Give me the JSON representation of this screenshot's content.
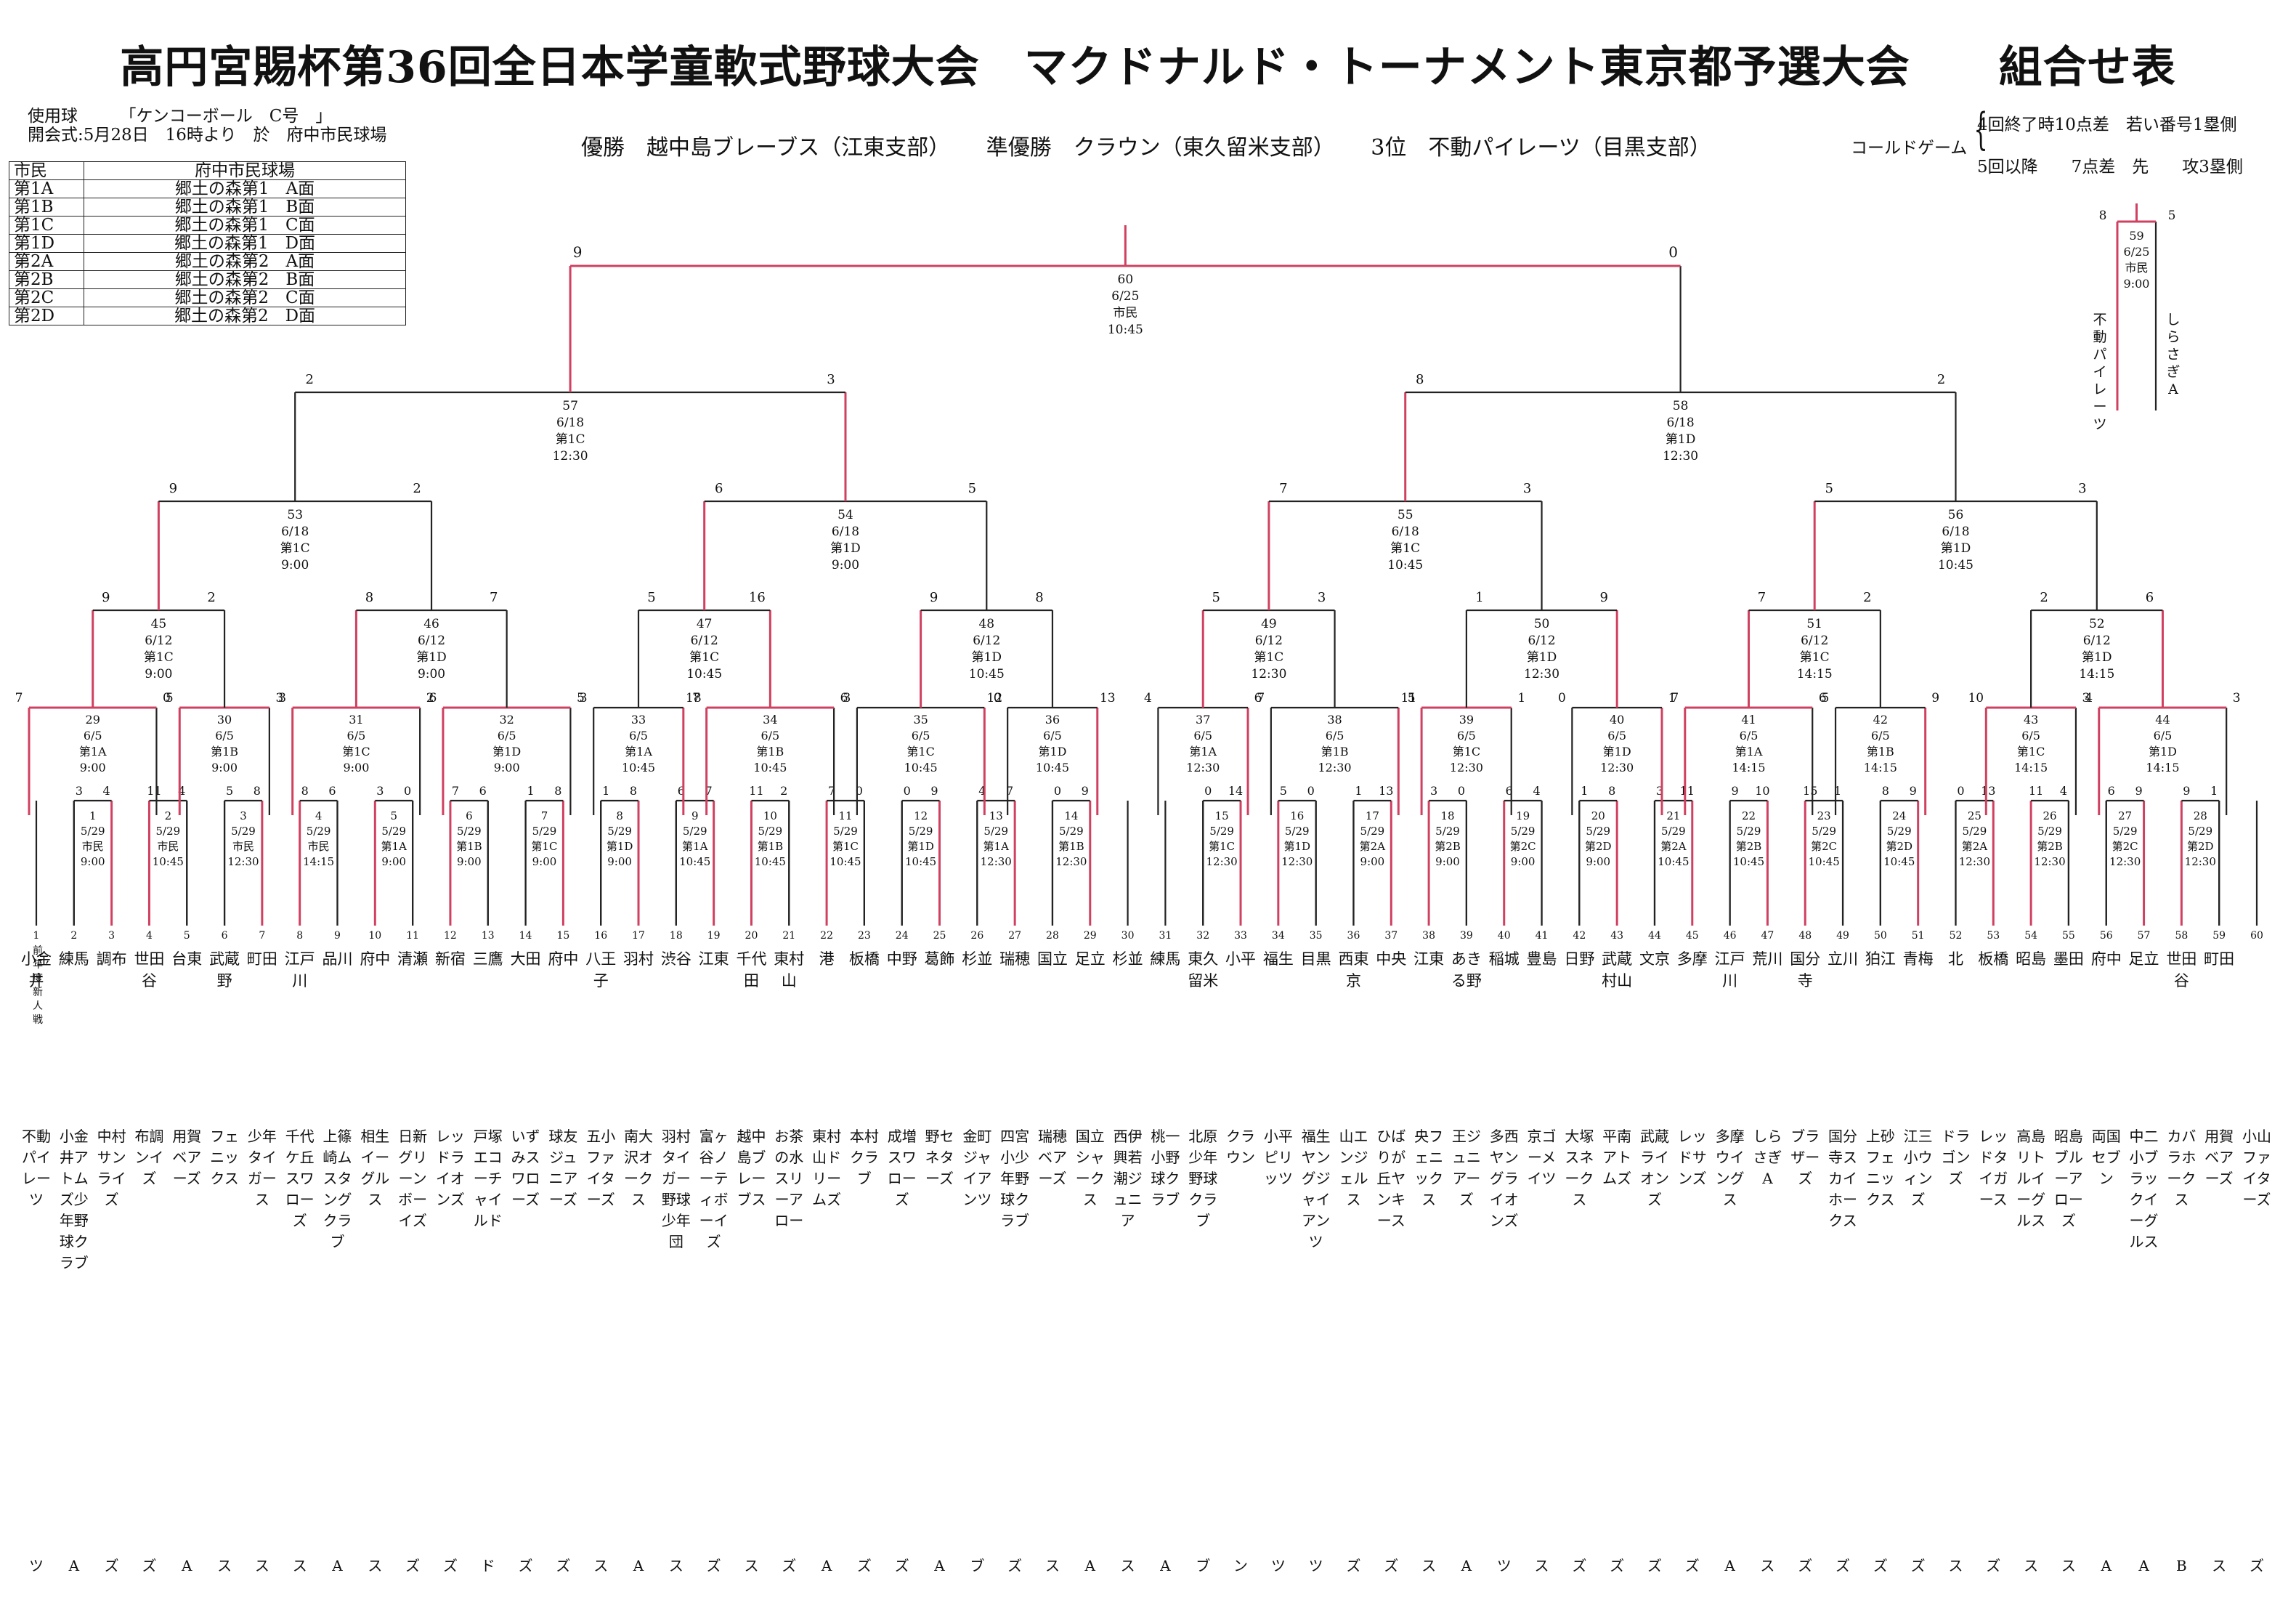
{
  "title": "高円宮賜杯第36回全日本学童軟式野球大会　マクドナルド・トーナメント東京都予選大会　　組合せ表",
  "header": {
    "ball": "使用球　　　「ケンコーボール　C号　」",
    "opening": "開会式:5月28日　16時より　於　府中市民球場",
    "results": {
      "champion": "優勝　越中島ブレーブス（江東支部）",
      "runner_up": "準優勝　クラウン（東久留米支部）",
      "third": "3位　不動パイレーツ（目黒支部）"
    },
    "cold_game": {
      "label": "コールドゲーム",
      "rule1": "4回終了時10点差　若い番号1塁側",
      "rule2": "5回以降　　7点差　先　　攻3塁側"
    }
  },
  "venues": [
    {
      "code": "市民",
      "name": "府中市民球場"
    },
    {
      "code": "第1A",
      "name": "郷土の森第1　A面"
    },
    {
      "code": "第1B",
      "name": "郷土の森第1　B面"
    },
    {
      "code": "第1C",
      "name": "郷土の森第1　C面"
    },
    {
      "code": "第1D",
      "name": "郷土の森第1　D面"
    },
    {
      "code": "第2A",
      "name": "郷土の森第2　A面"
    },
    {
      "code": "第2B",
      "name": "郷土の森第2　B面"
    },
    {
      "code": "第2C",
      "name": "郷土の森第2　C面"
    },
    {
      "code": "第2D",
      "name": "郷土の森第2　D面"
    }
  ],
  "row_labels": {
    "prev_year": "前年度新人戦",
    "branch": "優勝"
  },
  "teams": [
    {
      "branch": "小金井",
      "name": "不動パイレーツ"
    },
    {
      "branch": "練馬",
      "name": "小金井アトムズ少年野球クラブ"
    },
    {
      "branch": "調布",
      "name": "中村サンライズ"
    },
    {
      "branch": "世田谷",
      "name": "布調ンイズ"
    },
    {
      "branch": "台東",
      "name": "用賀ベアーズ"
    },
    {
      "branch": "武蔵野",
      "name": "フェニックス"
    },
    {
      "branch": "町田",
      "name": "少年タイガース"
    },
    {
      "branch": "江戸川",
      "name": "千代ケ丘スワローズ"
    },
    {
      "branch": "品川",
      "name": "上篠崎ムスタングクラブ"
    },
    {
      "branch": "府中",
      "name": "相生イーグルス"
    },
    {
      "branch": "清瀬",
      "name": "日新グリーンボーイズ"
    },
    {
      "branch": "新宿",
      "name": "レッドライオンズ"
    },
    {
      "branch": "三鷹",
      "name": "戸塚エコーチャイルド"
    },
    {
      "branch": "大田",
      "name": "いずみスワローズ"
    },
    {
      "branch": "府中",
      "name": "球友ジュニアーズ"
    },
    {
      "branch": "八王子",
      "name": "五小ファイターズ"
    },
    {
      "branch": "羽村",
      "name": "南大沢オークス"
    },
    {
      "branch": "渋谷",
      "name": "羽村タイガー野球少年団"
    },
    {
      "branch": "江東",
      "name": "富ヶ谷ノーティボーイズ"
    },
    {
      "branch": "千代田",
      "name": "越中島ブレーブス"
    },
    {
      "branch": "東村山",
      "name": "お茶の水スリーアロー"
    },
    {
      "branch": "港",
      "name": "東村山ドリームズ"
    },
    {
      "branch": "板橋",
      "name": "本村クラブ"
    },
    {
      "branch": "中野",
      "name": "成増スワローズ"
    },
    {
      "branch": "葛飾",
      "name": "野セネターズ"
    },
    {
      "branch": "杉並",
      "name": "金町ジャイアンツ"
    },
    {
      "branch": "瑞穂",
      "name": "四宮小少年野球クラブ"
    },
    {
      "branch": "国立",
      "name": "瑞穂ベアーズ"
    },
    {
      "branch": "足立",
      "name": "国立シャークス"
    },
    {
      "branch": "杉並",
      "name": "西伊興若潮ジュニア"
    },
    {
      "branch": "練馬",
      "name": "桃一小野球クラブ"
    },
    {
      "branch": "東久留米",
      "name": "北原少年野球クラブ"
    },
    {
      "branch": "小平",
      "name": "クラウン"
    },
    {
      "branch": "福生",
      "name": "小平ピリッツ"
    },
    {
      "branch": "目黒",
      "name": "福生ヤングジャイアンツ"
    },
    {
      "branch": "西東京",
      "name": "山エンジェルス"
    },
    {
      "branch": "中央",
      "name": "ひばりが丘ヤンキース"
    },
    {
      "branch": "江東",
      "name": "央フェニックス"
    },
    {
      "branch": "あきる野",
      "name": "王ジュニアーズ"
    },
    {
      "branch": "稲城",
      "name": "多西ヤングライオンズ"
    },
    {
      "branch": "豊島",
      "name": "京ゴーメイツ"
    },
    {
      "branch": "日野",
      "name": "大塚スネークス"
    },
    {
      "branch": "武蔵村山",
      "name": "平南アトムズ"
    },
    {
      "branch": "文京",
      "name": "武蔵ライオンズ"
    },
    {
      "branch": "多摩",
      "name": "レッドサンズ"
    },
    {
      "branch": "江戸川",
      "name": "多摩ウイングス"
    },
    {
      "branch": "荒川",
      "name": "しらさぎA"
    },
    {
      "branch": "国分寺",
      "name": "ブラザーズ"
    },
    {
      "branch": "立川",
      "name": "国分寺スカイホークス"
    },
    {
      "branch": "狛江",
      "name": "上砂フェニックス"
    },
    {
      "branch": "青梅",
      "name": "江三小ウィンズ"
    },
    {
      "branch": "北",
      "name": "ドラゴンズ"
    },
    {
      "branch": "板橋",
      "name": "レッドタイガース"
    },
    {
      "branch": "昭島",
      "name": "高島リトルイーグルス"
    },
    {
      "branch": "墨田",
      "name": "昭島ブルーアローズ"
    },
    {
      "branch": "府中",
      "name": "両国セブン"
    },
    {
      "branch": "足立",
      "name": "中二小ブラックイーグルス"
    },
    {
      "branch": "世田谷",
      "name": "カバラホークス"
    },
    {
      "branch": "町田",
      "name": "用賀ベアーズ"
    },
    {
      "branch": "",
      "name": "小山ファイターズ"
    }
  ],
  "team_tags": [
    "ツ",
    "A",
    "ズ",
    "ズ",
    "A",
    "ス",
    "ス",
    "ス",
    "A",
    "ス",
    "ズ",
    "ズ",
    "ド",
    "ズ",
    "ズ",
    "ス",
    "A",
    "ス",
    "ズ",
    "ス",
    "ズ",
    "A",
    "ズ",
    "ズ",
    "A",
    "ブ",
    "ズ",
    "ス",
    "A",
    "ス",
    "A",
    "ブ",
    "ン",
    "ツ",
    "ツ",
    "ズ",
    "ズ",
    "ス",
    "A",
    "ツ",
    "ス",
    "ズ",
    "ズ",
    "ズ",
    "ズ",
    "A",
    "ス",
    "ズ",
    "ズ",
    "ズ",
    "ズ",
    "ス",
    "ズ",
    "ス",
    "ス",
    "A",
    "A",
    "B",
    "ス",
    "ズ"
  ],
  "round1_scores": [
    [
      3,
      4
    ],
    [
      11,
      4
    ],
    [
      5,
      8
    ],
    [
      8,
      6
    ],
    [
      3,
      0
    ],
    [
      7,
      6
    ],
    [
      1,
      8
    ],
    [
      1,
      8
    ],
    [
      6,
      7
    ],
    [
      11,
      2
    ],
    [
      7,
      0
    ],
    [
      0,
      9
    ],
    [
      4,
      7
    ],
    [
      0,
      9
    ],
    [
      0,
      14
    ],
    [
      5,
      0
    ],
    [
      1,
      13
    ],
    [
      3,
      0
    ],
    [
      6,
      4
    ],
    [
      1,
      8
    ],
    [
      3,
      11
    ],
    [
      9,
      10
    ],
    [
      15,
      1
    ],
    [
      8,
      9
    ],
    [
      0,
      13
    ],
    [
      11,
      4
    ],
    [
      6,
      9
    ],
    [
      9,
      1
    ]
  ],
  "round2_scores": [
    [
      7,
      0
    ],
    [
      5,
      3
    ],
    [
      3,
      2
    ],
    [
      6,
      5
    ],
    [
      3,
      18
    ],
    [
      7,
      6
    ],
    [
      3,
      12
    ],
    [
      0,
      13
    ],
    [
      4,
      6
    ],
    [
      7,
      11
    ],
    [
      5,
      1
    ],
    [
      0,
      1
    ],
    [
      7,
      6
    ],
    [
      5,
      9
    ],
    [
      10,
      3
    ],
    [
      4,
      3
    ]
  ],
  "round3_scores": [
    [
      9,
      2
    ],
    [
      8,
      7
    ],
    [
      5,
      16
    ],
    [
      9,
      8
    ],
    [
      5,
      3
    ],
    [
      1,
      9
    ],
    [
      7,
      2
    ],
    [
      2,
      6
    ]
  ],
  "round4_scores": [
    [
      9,
      2
    ],
    [
      6,
      5
    ],
    [
      7,
      3
    ],
    [
      5,
      3
    ]
  ],
  "round5_scores": [
    [
      2,
      3
    ],
    [
      8,
      2
    ]
  ],
  "final_score": [
    9,
    0
  ],
  "side_game": {
    "number": "59",
    "date": "6/25",
    "venue": "市民",
    "time": "9:00",
    "scores": [
      8,
      5
    ],
    "teams": [
      "不動パイレーツ",
      "しらさぎA"
    ]
  },
  "round1_games": [
    {
      "no": "1",
      "date": "5/29",
      "venue": "市民",
      "time": "9:00"
    },
    {
      "no": "2",
      "date": "5/29",
      "venue": "市民",
      "time": "10:45"
    },
    {
      "no": "3",
      "date": "5/29",
      "venue": "市民",
      "time": "12:30"
    },
    {
      "no": "4",
      "date": "5/29",
      "venue": "市民",
      "time": "14:15"
    },
    {
      "no": "5",
      "date": "5/29",
      "venue": "第1A",
      "time": "9:00"
    },
    {
      "no": "6",
      "date": "5/29",
      "venue": "第1B",
      "time": "9:00"
    },
    {
      "no": "7",
      "date": "5/29",
      "venue": "第1C",
      "time": "9:00"
    },
    {
      "no": "8",
      "date": "5/29",
      "venue": "第1D",
      "time": "9:00"
    },
    {
      "no": "9",
      "date": "5/29",
      "venue": "第1A",
      "time": "10:45"
    },
    {
      "no": "10",
      "date": "5/29",
      "venue": "第1B",
      "time": "10:45"
    },
    {
      "no": "11",
      "date": "5/29",
      "venue": "第1C",
      "time": "10:45"
    },
    {
      "no": "12",
      "date": "5/29",
      "venue": "第1D",
      "time": "10:45"
    },
    {
      "no": "13",
      "date": "5/29",
      "venue": "第1A",
      "time": "12:30"
    },
    {
      "no": "14",
      "date": "5/29",
      "venue": "第1B",
      "time": "12:30"
    },
    {
      "no": "15",
      "date": "5/29",
      "venue": "第1C",
      "time": "12:30"
    },
    {
      "no": "16",
      "date": "5/29",
      "venue": "第1D",
      "time": "12:30"
    },
    {
      "no": "17",
      "date": "5/29",
      "venue": "第2A",
      "time": "9:00"
    },
    {
      "no": "18",
      "date": "5/29",
      "venue": "第2B",
      "time": "9:00"
    },
    {
      "no": "19",
      "date": "5/29",
      "venue": "第2C",
      "time": "9:00"
    },
    {
      "no": "20",
      "date": "5/29",
      "venue": "第2D",
      "time": "9:00"
    },
    {
      "no": "21",
      "date": "5/29",
      "venue": "第2A",
      "time": "10:45"
    },
    {
      "no": "22",
      "date": "5/29",
      "venue": "第2B",
      "time": "10:45"
    },
    {
      "no": "23",
      "date": "5/29",
      "venue": "第2C",
      "time": "10:45"
    },
    {
      "no": "24",
      "date": "5/29",
      "venue": "第2D",
      "time": "10:45"
    },
    {
      "no": "25",
      "date": "5/29",
      "venue": "第2A",
      "time": "12:30"
    },
    {
      "no": "26",
      "date": "5/29",
      "venue": "第2B",
      "time": "12:30"
    },
    {
      "no": "27",
      "date": "5/29",
      "venue": "第2C",
      "time": "12:30"
    },
    {
      "no": "28",
      "date": "5/29",
      "venue": "第2D",
      "time": "12:30"
    }
  ],
  "round2_games": [
    {
      "no": "29",
      "date": "6/5",
      "venue": "第1A",
      "time": "9:00"
    },
    {
      "no": "30",
      "date": "6/5",
      "venue": "第1B",
      "time": "9:00"
    },
    {
      "no": "31",
      "date": "6/5",
      "venue": "第1C",
      "time": "9:00"
    },
    {
      "no": "32",
      "date": "6/5",
      "venue": "第1D",
      "time": "9:00"
    },
    {
      "no": "33",
      "date": "6/5",
      "venue": "第1A",
      "time": "10:45"
    },
    {
      "no": "34",
      "date": "6/5",
      "venue": "第1B",
      "time": "10:45"
    },
    {
      "no": "35",
      "date": "6/5",
      "venue": "第1C",
      "time": "10:45"
    },
    {
      "no": "36",
      "date": "6/5",
      "venue": "第1D",
      "time": "10:45"
    },
    {
      "no": "37",
      "date": "6/5",
      "venue": "第1A",
      "time": "12:30"
    },
    {
      "no": "38",
      "date": "6/5",
      "venue": "第1B",
      "time": "12:30"
    },
    {
      "no": "39",
      "date": "6/5",
      "venue": "第1C",
      "time": "12:30"
    },
    {
      "no": "40",
      "date": "6/5",
      "venue": "第1D",
      "time": "12:30"
    },
    {
      "no": "41",
      "date": "6/5",
      "venue": "第1A",
      "time": "14:15"
    },
    {
      "no": "42",
      "date": "6/5",
      "venue": "第1B",
      "time": "14:15"
    },
    {
      "no": "43",
      "date": "6/5",
      "venue": "第1C",
      "time": "14:15"
    },
    {
      "no": "44",
      "date": "6/5",
      "venue": "第1D",
      "time": "14:15"
    }
  ],
  "round3_games": [
    {
      "no": "45",
      "date": "6/12",
      "venue": "第1C",
      "time": "9:00"
    },
    {
      "no": "46",
      "date": "6/12",
      "venue": "第1D",
      "time": "9:00"
    },
    {
      "no": "47",
      "date": "6/12",
      "venue": "第1C",
      "time": "10:45"
    },
    {
      "no": "48",
      "date": "6/12",
      "venue": "第1D",
      "time": "10:45"
    },
    {
      "no": "49",
      "date": "6/12",
      "venue": "第1C",
      "time": "12:30"
    },
    {
      "no": "50",
      "date": "6/12",
      "venue": "第1D",
      "time": "12:30"
    },
    {
      "no": "51",
      "date": "6/12",
      "venue": "第1C",
      "time": "14:15"
    },
    {
      "no": "52",
      "date": "6/12",
      "venue": "第1D",
      "time": "14:15"
    }
  ],
  "round4_games": [
    {
      "no": "53",
      "date": "6/18",
      "venue": "第1C",
      "time": "9:00"
    },
    {
      "no": "54",
      "date": "6/18",
      "venue": "第1D",
      "time": "9:00"
    },
    {
      "no": "55",
      "date": "6/18",
      "venue": "第1C",
      "time": "10:45"
    },
    {
      "no": "56",
      "date": "6/18",
      "venue": "第1D",
      "time": "10:45"
    }
  ],
  "round5_games": [
    {
      "no": "57",
      "date": "6/18",
      "venue": "第1C",
      "time": "12:30"
    },
    {
      "no": "58",
      "date": "6/18",
      "venue": "第1D",
      "time": "12:30"
    }
  ],
  "final_game": {
    "no": "60",
    "date": "6/25",
    "venue": "市民",
    "time": "10:45"
  },
  "colors": {
    "win_line": "#d04060",
    "line": "#222222"
  }
}
